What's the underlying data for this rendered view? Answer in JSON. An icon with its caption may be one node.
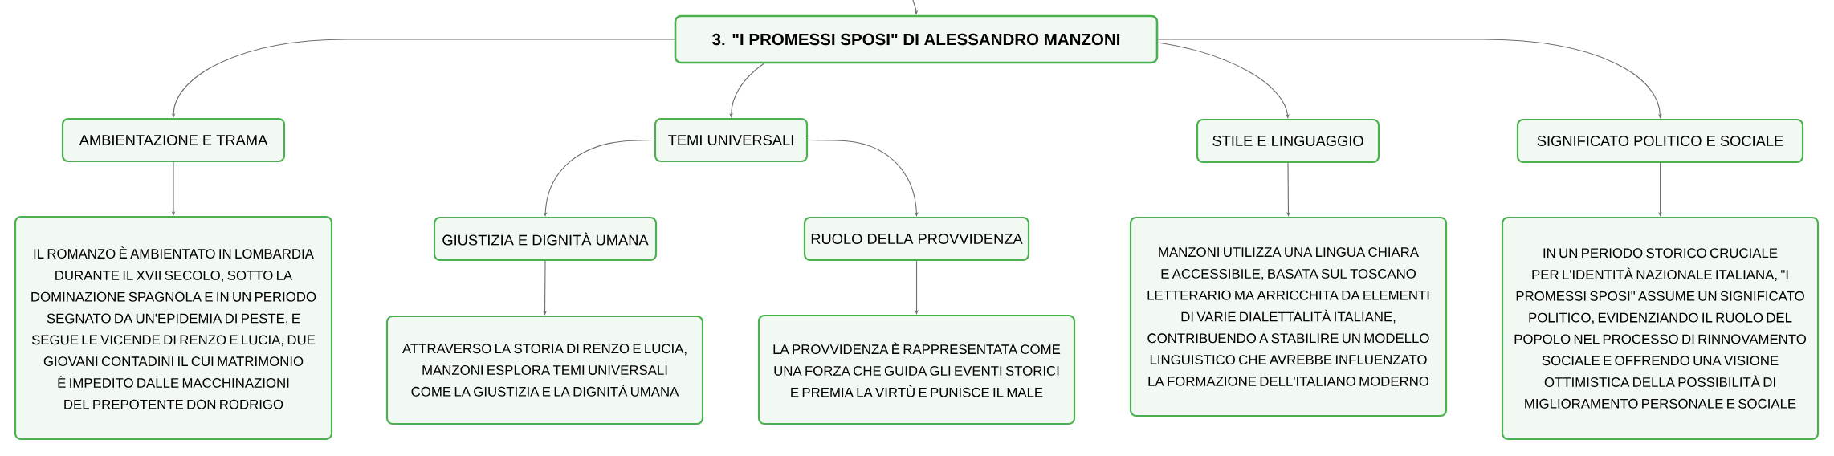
{
  "diagram": {
    "nodes": [
      {
        "text": [
          "3. \"I PROMESSI SPOSI\" DI ALESSANDRO MANZONI"
        ]
      },
      {
        "text": [
          "AMBIENTAZIONE E TRAMA"
        ]
      },
      {
        "text": [
          "TEMI UNIVERSALI"
        ]
      },
      {
        "text": [
          "STILE E LINGUAGGIO"
        ]
      },
      {
        "text": [
          "SIGNIFICATO POLITICO E SOCIALE"
        ]
      },
      {
        "text": [
          "IL ROMANZO È AMBIENTATO IN LOMBARDIA DURANTE IL XVII SECOLO, SOTTO LA DOMINAZIONE SPAGNOLA E IN UN PERIODO SEGNATO DA UN'EPIDEMIA DI PESTE, E SEGUE LE VICENDE DI RENZO E LUCIA, DUE GIOVANI CONTADINI IL CUI MATRIMONIO È IMPEDITO DALLE MACCHINAZIONI DEL PREPOTENTE DON RODRIGO"
        ]
      },
      {
        "text": [
          "GIUSTIZIA E DIGNITÀ UMANA"
        ]
      },
      {
        "text": [
          "RUOLO DELLA PROVVIDENZA"
        ]
      },
      {
        "text": [
          "MANZONI UTILIZZA UNA LINGUA CHIARA E ACCESSIBILE, BASATA SUL TOSCANO LETTERARIO MA ARRICCHITA DA ELEMENTI DI VARIE DIALETTALITÀ ITALIANE, CONTRIBUENDO A STABILIRE UN MODELLO LINGUISTICO CHE AVREBBE INFLUENZATO LA FORMAZIONE DELL'ITALIANO MODERNO"
        ]
      },
      {
        "text": [
          "IN UN PERIODO STORICO CRUCIALE PER L'IDENTITÀ NAZIONALE ITALIANA, \"I PROMESSI SPOSI\" ASSUME UN SIGNIFICATO POLITICO, EVIDENZIANDO IL RUOLO DEL POPOLO NEL PROCESSO DI RINNOVAMENTO SOCIALE E OFFRENDO UNA VISIONE OTTIMISTICA DELLA POSSIBILITÀ DI MIGLIORAMENTO PERSONALE E SOCIALE"
        ]
      },
      {
        "text": [
          "ATTRAVERSO LA STORIA DI RENZO E LUCIA, MANZONI ESPLORA TEMI UNIVERSALI COME LA GIUSTIZIA E LA DIGNITÀ UMANA"
        ]
      },
      {
        "text": [
          "LA PROVVIDENZA È RAPPRESENTATA COME UNA FORZA CHE GUIDA GLI EVENTI STORICI E PREMIA LA VIRTÙ E PUNISCE IL MALE"
        ]
      }
    ],
    "edges": [
      {
        "from": null,
        "to": 0,
        "arrow": "to"
      },
      {
        "from": 0,
        "to": 1,
        "arrow": "to"
      },
      {
        "from": 0,
        "to": 2,
        "arrow": "to"
      },
      {
        "from": 0,
        "to": 3,
        "arrow": "to"
      },
      {
        "from": 0,
        "to": 4,
        "arrow": "to"
      },
      {
        "from": 1,
        "to": 5,
        "arrow": "to"
      },
      {
        "from": 2,
        "to": 6,
        "arrow": "to"
      },
      {
        "from": 2,
        "to": 7,
        "arrow": "to"
      },
      {
        "from": 3,
        "to": 8,
        "arrow": "to"
      },
      {
        "from": 4,
        "to": 9,
        "arrow": "to"
      },
      {
        "from": 6,
        "to": 10,
        "arrow": "to"
      },
      {
        "from": 7,
        "to": 11,
        "arrow": "to"
      }
    ]
  }
}
